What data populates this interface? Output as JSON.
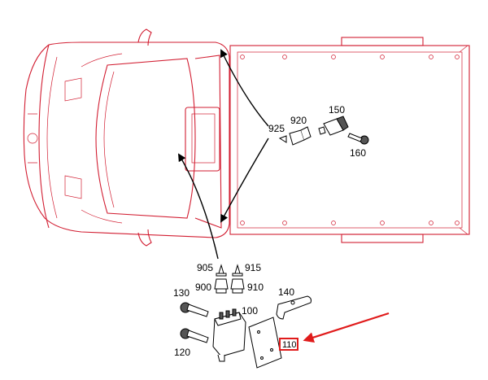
{
  "diagram": {
    "labels": {
      "p100": "100",
      "p110": "110",
      "p120": "120",
      "p130": "130",
      "p140": "140",
      "p150": "150",
      "p160": "160",
      "p900": "900",
      "p905": "905",
      "p910": "910",
      "p915": "915",
      "p920": "920",
      "p925": "925"
    },
    "colors": {
      "vehicle_outline": "#d21e32",
      "highlight_arrow": "#e01b1b",
      "highlight_box": "#e01b1b",
      "parts": "#000000"
    },
    "highlighted_part": "p110"
  }
}
